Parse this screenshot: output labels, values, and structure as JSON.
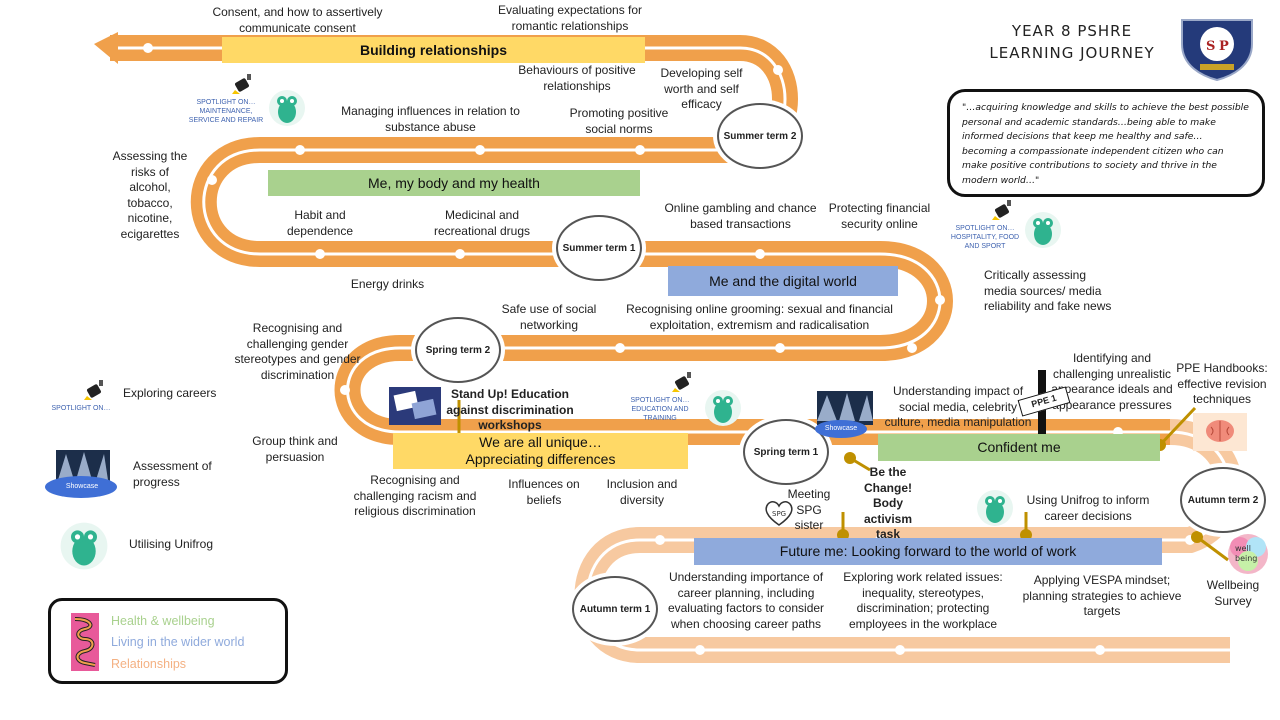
{
  "header": {
    "title_line1": "YEAR 8 PSHRE",
    "title_line2": "LEARNING JOURNEY",
    "crest_letters": [
      "S",
      "P"
    ]
  },
  "quote": "\"…acquiring knowledge and skills to achieve the best possible personal and academic standards…being able to make informed decisions that keep me healthy and safe… becoming a compassionate independent citizen who can make positive contributions to society and thrive in the modern world…\"",
  "colors": {
    "road": "#F0A04B",
    "road_light": "#F7C9A0",
    "health": "#A9D18E",
    "wider_world": "#8FAADC",
    "relationships": "#FFD966",
    "gold_marker": "#BF9000"
  },
  "banners": {
    "building_relationships": "Building relationships",
    "me_my_body": "Me, my body and my health",
    "digital_world": "Me and the digital world",
    "we_are_unique": "We are all unique… Appreciating differences",
    "confident_me": "Confident me",
    "future_me": "Future me: Looking forward to the world of work"
  },
  "terms": {
    "summer2": "Summer term 2",
    "summer1": "Summer term 1",
    "spring2": "Spring term 2",
    "spring1": "Spring term 1",
    "autumn2": "Autumn term 2",
    "autumn1": "Autumn term 1"
  },
  "topics": {
    "consent": "Consent, and how to assertively communicate consent",
    "evaluating_expectations": "Evaluating expectations for romantic relationships",
    "behaviours": "Behaviours of positive relationships",
    "self_worth": "Developing self worth and self efficacy",
    "managing_influences": "Managing influences in relation to substance abuse",
    "promoting_norms": "Promoting positive social norms",
    "assessing_risks": "Assessing the risks of alcohol, tobacco, nicotine, ecigarettes",
    "habit": "Habit and dependence",
    "medicinal": "Medicinal and recreational drugs",
    "online_gambling": "Online gambling and chance based transactions",
    "financial_security": "Protecting financial security online",
    "energy_drinks": "Energy drinks",
    "critically_assessing": "Critically assessing media sources/ media reliability and fake news",
    "safe_social": "Safe use of social networking",
    "grooming": "Recognising online grooming: sexual and financial exploitation, extremism and radicalisation",
    "gender_stereotypes": "Recognising and challenging gender stereotypes and gender discrimination",
    "identifying_appearance": "Identifying and challenging unrealistic appearance ideals and appearance pressures",
    "ppe_handbooks": "PPE Handbooks: effective revision techniques",
    "stand_up": "Stand Up! Education against discrimination workshops",
    "social_media_impact": "Understanding impact of social media, celebrity culture, media manipulation",
    "group_think": "Group think and persuasion",
    "racism": "Recognising and challenging racism and religious discrimination",
    "influences_beliefs": "Influences on beliefs",
    "inclusion": "Inclusion and diversity",
    "be_the_change": "Be the Change! Body activism task",
    "meeting_spg": "Meeting SPG sister",
    "using_unifrog": "Using Unifrog to inform career decisions",
    "wellbeing_survey": "Wellbeing Survey",
    "career_planning": "Understanding importance of career planning, including evaluating factors to consider when choosing career paths",
    "work_issues": "Exploring work related issues: inequality, stereotypes, discrimination; protecting employees in the workplace",
    "vespa": "Applying VESPA mindset; planning strategies to achieve targets",
    "ppe_sign": "PPE 1"
  },
  "spotlights": {
    "maintenance": "SPOTLIGHT ON… MAINTENANCE, SERVICE AND REPAIR",
    "hospitality": "SPOTLIGHT ON… HOSPITALITY, FOOD AND SPORT",
    "education": "SPOTLIGHT ON… EDUCATION AND TRAINING",
    "key": "SPOTLIGHT ON…"
  },
  "key_items": {
    "exploring_careers": "Exploring careers",
    "assessment": "Assessment of progress",
    "unifrog": "Utilising Unifrog",
    "showcase": "Showcase"
  },
  "legend": {
    "health": "Health & wellbeing",
    "wider": "Living in the wider world",
    "relationships": "Relationships"
  },
  "icons": {
    "spotlight": "spotlight-icon",
    "unifrog": "unifrog-frog-icon",
    "showcase": "showcase-icon",
    "brain": "brain-icon",
    "wellbeing": "wellbeing-logo",
    "standup": "stand-up-logo",
    "spg": "spg-heart-logo",
    "crest": "school-crest"
  }
}
